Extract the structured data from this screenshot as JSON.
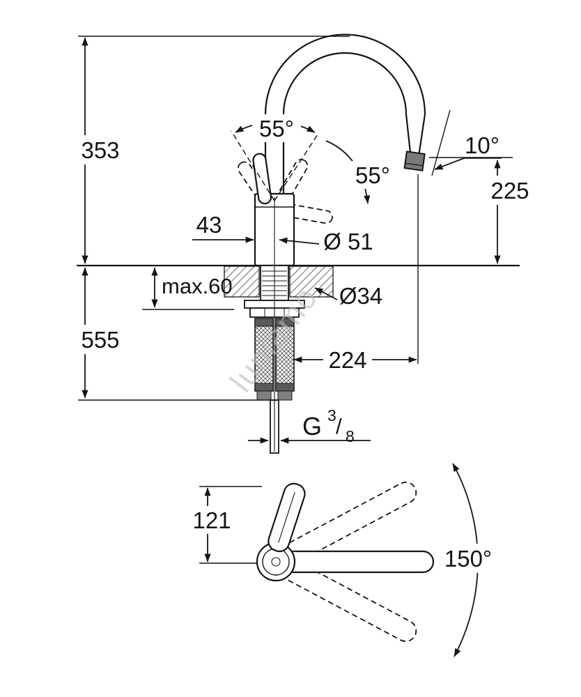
{
  "watermark": "luniamo.",
  "side_view": {
    "height_above": "353",
    "height_below": "555",
    "lever_angle_left": "55°",
    "lever_angle_right": "55°",
    "spout_tip_angle": "10°",
    "spout_height": "225",
    "lever_offset": "43",
    "body_diameter": "Ø 51",
    "max_mounting_thickness": "max.60",
    "hole_diameter": "Ø34",
    "spout_reach": "224",
    "thread": {
      "prefix": "G",
      "numerator": "3",
      "slash": "/",
      "denominator": "8"
    }
  },
  "top_view": {
    "handle_length": "121",
    "swivel_angle": "150°"
  }
}
